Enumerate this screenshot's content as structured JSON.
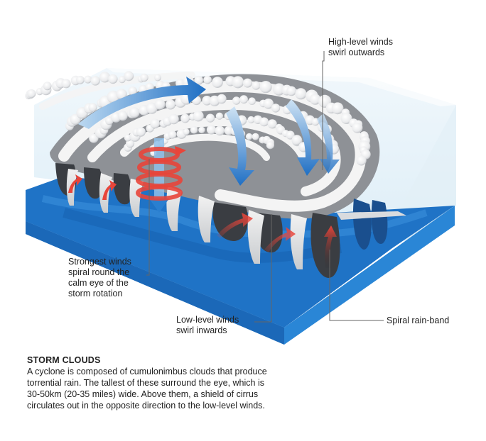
{
  "labels": {
    "high_level": [
      "High-level winds",
      "swirl outwards"
    ],
    "strongest": [
      "Strongest winds",
      "spiral round the",
      "calm eye of the",
      "storm rotation"
    ],
    "low_level": [
      "Low-level winds",
      "swirl inwards"
    ],
    "rain_band": [
      "Spiral rain-band"
    ]
  },
  "caption": {
    "title": "STORM CLOUDS",
    "lines": [
      "A cyclone is composed of cumulonimbus clouds that produce",
      "torrential rain. The tallest of these surround the eye, which is",
      "30-50km (20-35 miles) wide. Above them, a shield of cirrus",
      "circulates out in the opposite direction to the low-level winds."
    ]
  },
  "colors": {
    "sea_top": "#1f73c6",
    "sea_front": "#1a6ec0",
    "sea_side": "#2a86d6",
    "cloud_grey": "#8e9196",
    "cloud_dark": "#3a3d42",
    "cloud_white": "#f4f4f4",
    "wind_blue": "#2a7fd0",
    "wind_red": "#e8453a",
    "leader": "#666666"
  }
}
